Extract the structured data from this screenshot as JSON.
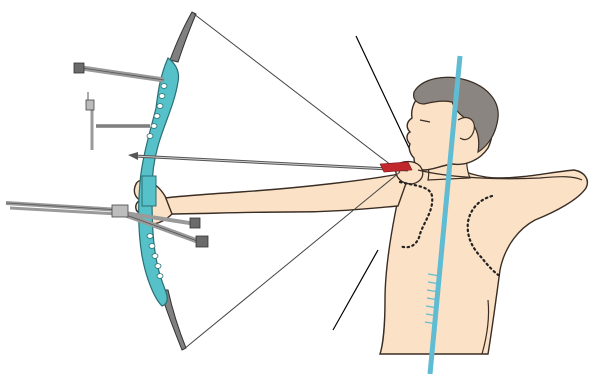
{
  "colors": {
    "background": "#ffffff",
    "skin": "#fbe2c6",
    "skin_outline": "#3a2d24",
    "hair": "#8a8580",
    "bow_riser": "#56c1c8",
    "bow_limb": "#808080",
    "stabilizer": "#9a9a9a",
    "stabilizer_cap": "#6b6b6b",
    "arrow_shaft": "#555555",
    "fletching": "#c0282d",
    "spine_line": "#5fbcd3",
    "muscle_dots": "#222222",
    "guide_line": "#000000"
  },
  "icons": {
    "archer": "archer-figure",
    "bow": "recurve-bow",
    "arrow": "arrow"
  }
}
